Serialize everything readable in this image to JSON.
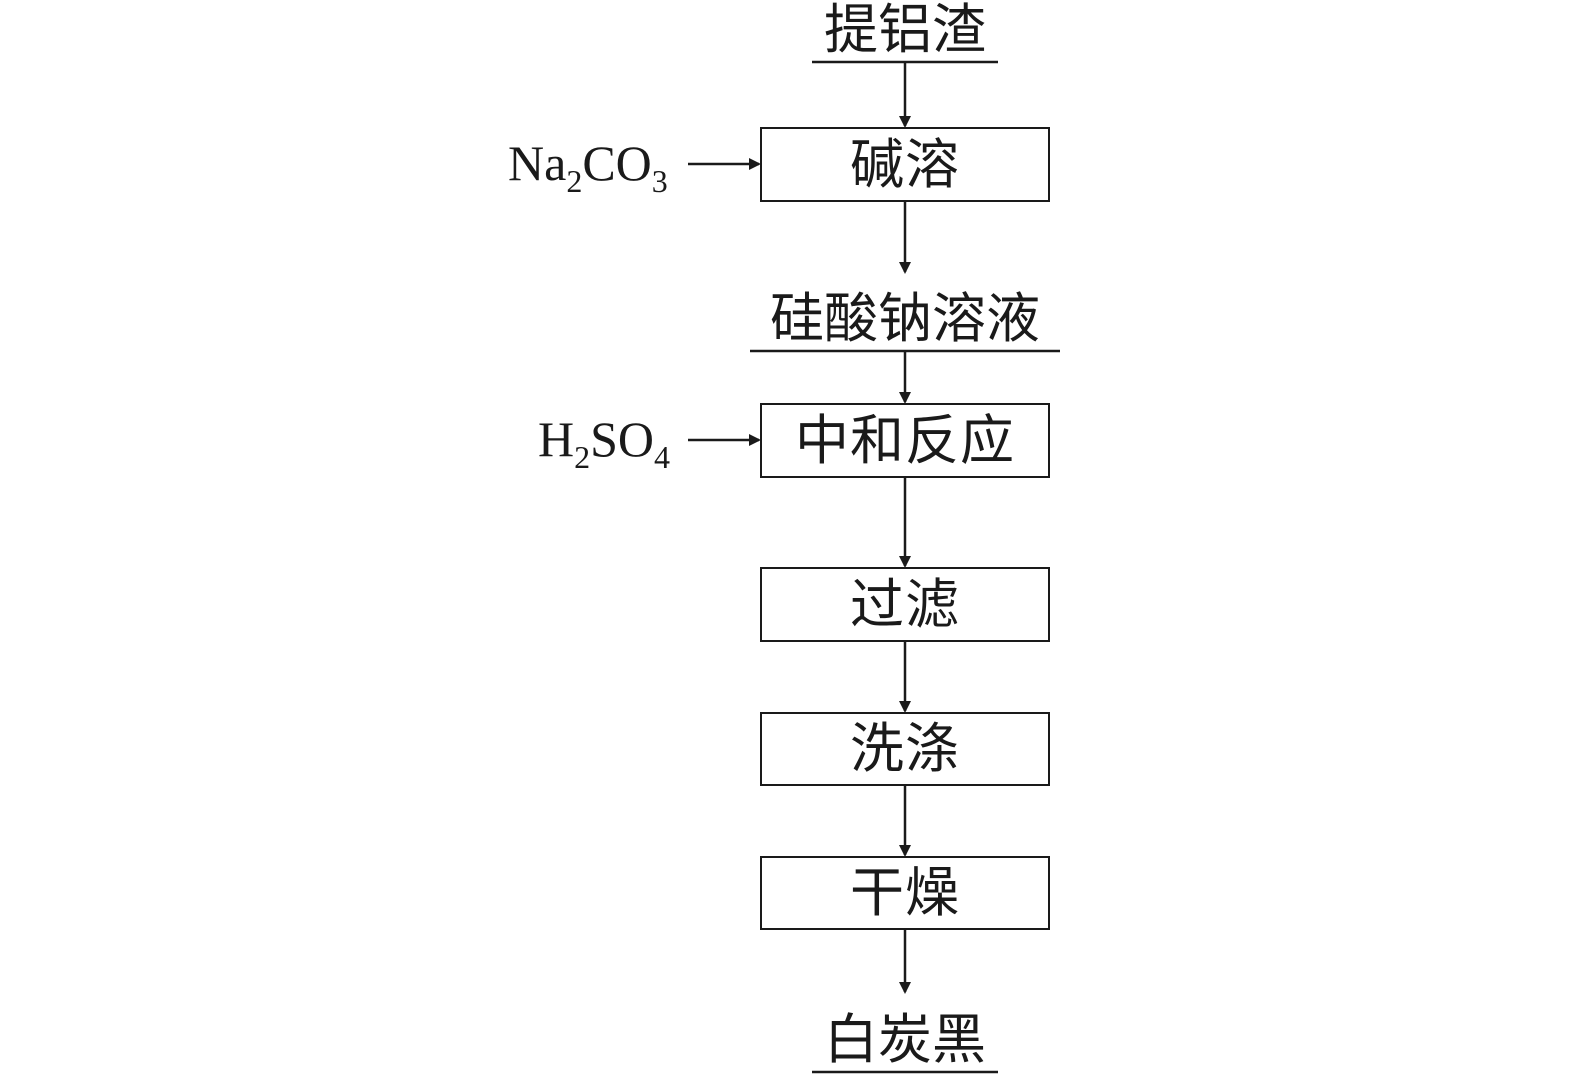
{
  "nodes": {
    "start": "提铝渣",
    "step1": "碱溶",
    "intermediate": "硅酸钠溶液",
    "step2": "中和反应",
    "step3": "过滤",
    "step4": "洗涤",
    "step5": "干燥",
    "product": "白炭黑"
  },
  "reagents": {
    "r1": {
      "parts": [
        "Na",
        "2",
        "CO",
        "3"
      ]
    },
    "r2": {
      "parts": [
        "H",
        "2",
        "SO",
        "4"
      ]
    }
  }
}
